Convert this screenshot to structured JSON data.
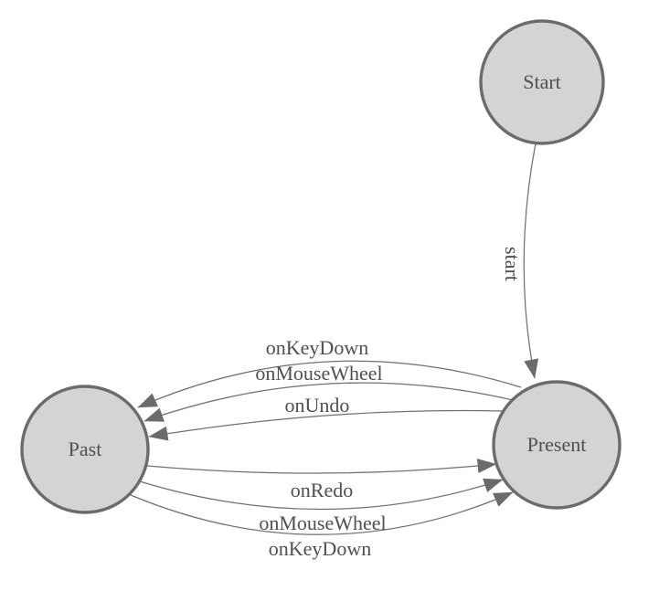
{
  "colors": {
    "canvas_bg": "#ffffff",
    "node_fill": "#d4d4d4",
    "node_stroke": "#6b6b6b",
    "edge_stroke": "#707070",
    "arrow_fill": "#6b6b6b",
    "label_text": "#4f4f4f"
  },
  "nodes": [
    {
      "id": "start",
      "label": "Start"
    },
    {
      "id": "present",
      "label": "Present"
    },
    {
      "id": "past",
      "label": "Past"
    }
  ],
  "edges": [
    {
      "from": "Start",
      "to": "Present",
      "label": "start"
    },
    {
      "from": "Present",
      "to": "Past",
      "label": "onKeyDown"
    },
    {
      "from": "Present",
      "to": "Past",
      "label": "onMouseWheel"
    },
    {
      "from": "Present",
      "to": "Past",
      "label": "onUndo"
    },
    {
      "from": "Past",
      "to": "Present",
      "label": "onRedo"
    },
    {
      "from": "Past",
      "to": "Present",
      "label": "onMouseWheel"
    },
    {
      "from": "Past",
      "to": "Present",
      "label": "onKeyDown"
    }
  ]
}
